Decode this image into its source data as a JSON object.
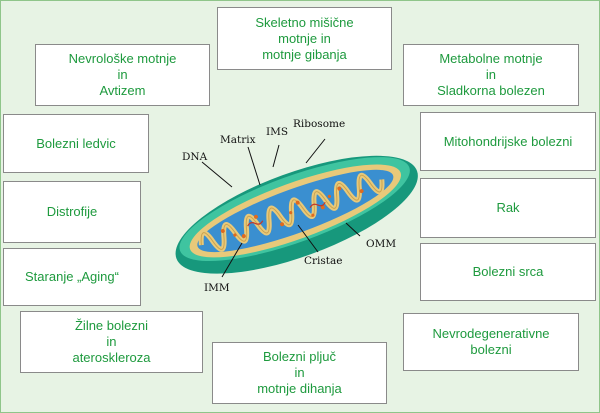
{
  "boxes": {
    "skeletal": "Skeletno mišične\nmotnje in\nmotnje gibanja",
    "neuro": "Nevrološke motnje\nin\nAvtizem",
    "metabolic": "Metabolne motnje\nin\nSladkorna bolezen",
    "kidney": "Bolezni ledvic",
    "mito": "Mitohondrijske bolezni",
    "dystrophy": "Distrofije",
    "cancer": "Rak",
    "aging": "Staranje „Aging“",
    "heart": "Bolezni srca",
    "vascular": "Žilne bolezni\nin\nateroskleroza",
    "neurodegen": "Nevrodegenerativne\nbolezni",
    "lung": "Bolezni pljuč\nin\nmotnje dihanja"
  },
  "diagram_labels": {
    "dna": "DNA",
    "matrix": "Matrix",
    "ims": "IMS",
    "ribosome": "Ribosome",
    "cristae": "Cristae",
    "omm": "OMM",
    "imm": "IMM"
  },
  "colors": {
    "text_green": "#1e9a3e",
    "outer_membrane": "#1a9e80",
    "intermembrane": "#e8c97a",
    "matrix": "#3a8fd0"
  }
}
